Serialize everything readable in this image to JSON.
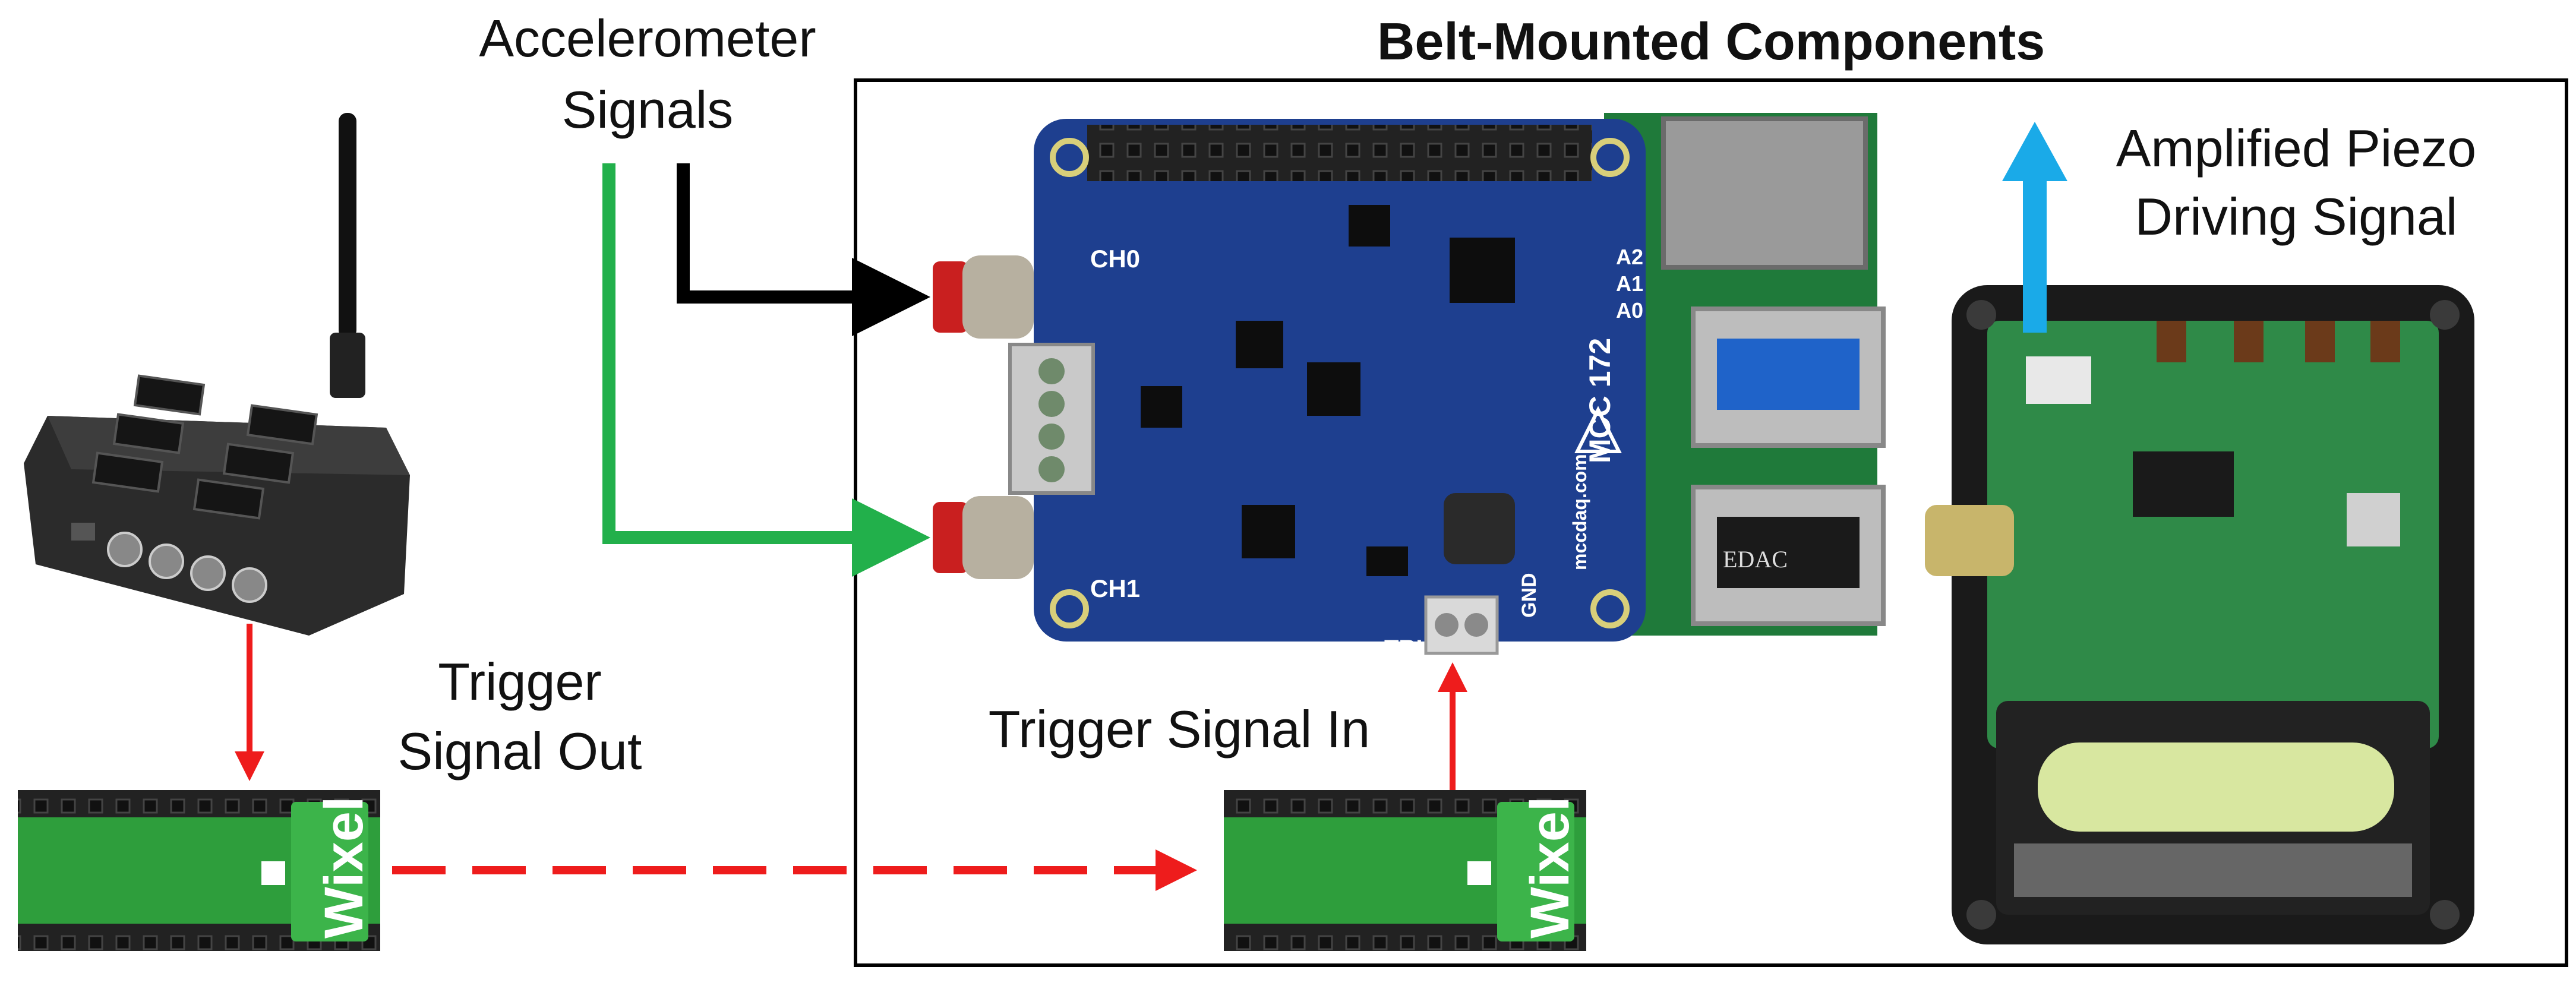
{
  "labels": {
    "accel_line1": "Accelerometer",
    "accel_line2": "Signals",
    "belt_title": "Belt-Mounted Components",
    "piezo_line1": "Amplified Piezo",
    "piezo_line2": "Driving Signal",
    "trigger_out_line1": "Trigger",
    "trigger_out_line2": "Signal Out",
    "trigger_in": "Trigger Signal In"
  },
  "board_markings": {
    "ch0": "CH0",
    "ch1": "CH1",
    "mcc": "MCC 172",
    "trig": "TRIG",
    "gnd": "GND",
    "a2": "A2",
    "a1": "A1",
    "a0": "A0",
    "mccdaq": "mccdaq.com",
    "wixel": "Wixel",
    "edac": "EDAC"
  },
  "colors": {
    "accel_black_line": "#000000",
    "accel_green_line": "#22b04b",
    "trigger_red": "#ee1c1c",
    "piezo_blue": "#1aaae8",
    "daq_board": "#1e3f8f",
    "wixel_board": "#2e9e3c",
    "pi_board": "#1f7a3a",
    "enclosure": "#1a1a1a"
  }
}
